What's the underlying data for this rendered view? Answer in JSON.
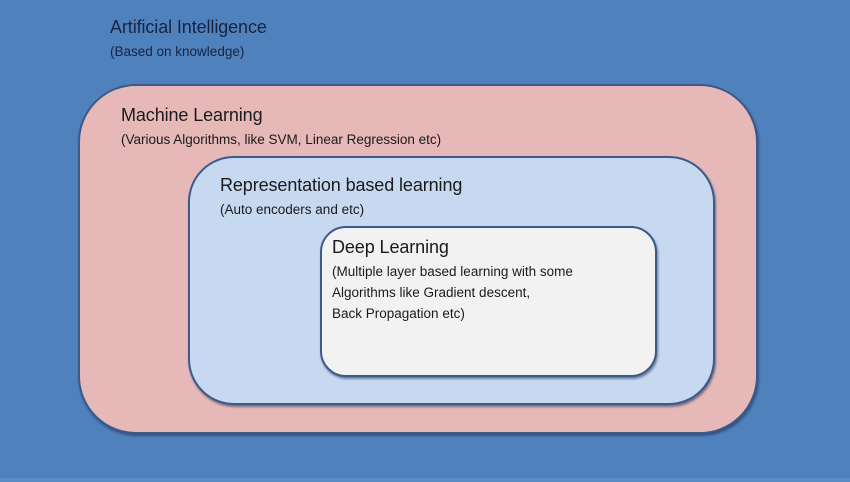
{
  "diagram": {
    "type": "nested-sets",
    "colors": {
      "background": "#4f81bd",
      "machine_learning_fill": "#e6b9b8",
      "representation_fill": "#c6d9f0",
      "deep_learning_fill": "#f2f2f2",
      "border": "#3b5a8a"
    },
    "artificial_intelligence": {
      "title": "Artificial Intelligence",
      "subtitle": "(Based on knowledge)"
    },
    "machine_learning": {
      "title": "Machine Learning",
      "subtitle": "(Various Algorithms, like SVM, Linear Regression etc)"
    },
    "representation_learning": {
      "title": "Representation based learning",
      "subtitle": "(Auto encoders and etc)"
    },
    "deep_learning": {
      "title": "Deep Learning",
      "lines": [
        "(Multiple layer based learning with some",
        "Algorithms like Gradient descent,",
        "Back Propagation etc)"
      ]
    }
  }
}
